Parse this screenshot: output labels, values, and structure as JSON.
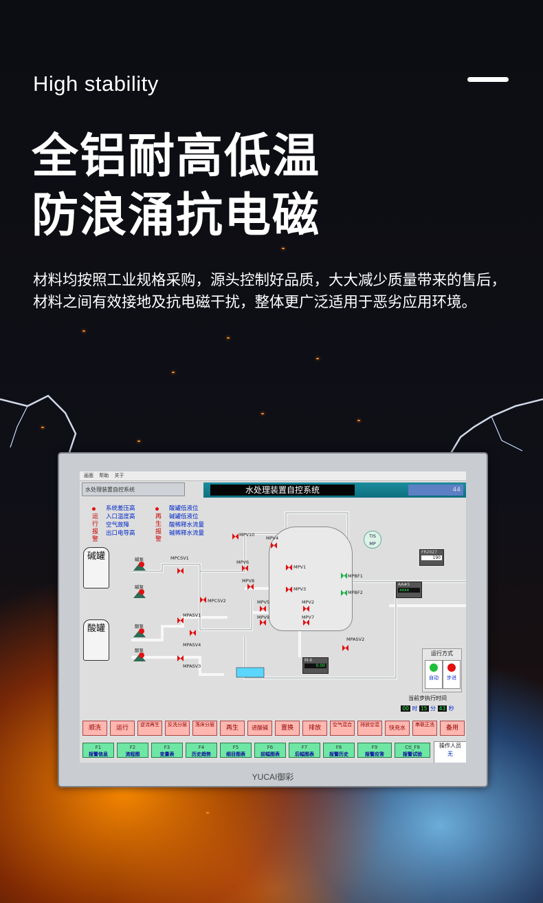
{
  "eyebrow": "High stability",
  "headline_line1": "全铝耐高低温",
  "headline_line2": "防浪涌抗电磁",
  "description": "材料均按照工业规格采购，源头控制好品质，大大减少质量带来的售后，材料之间有效接地及抗电磁干扰，整体更广泛适用于恶劣应用环境。",
  "monitor": {
    "brand": "YUCAI御彩",
    "screen": {
      "menu": [
        "画面",
        "帮助",
        "关于"
      ],
      "tab_label": "水处理装置自控系统",
      "system_name": "水处理装置自控系统",
      "clock": "44",
      "alarm_left_title": "运行报警",
      "alarm_left": [
        "系统差压高",
        "入口温度高",
        "空气故障",
        "出口电导高"
      ],
      "alarm_right_title": "再生报警",
      "alarm_right": [
        "酸罐低液位",
        "碱罐低液位",
        "酸稀释水流量",
        "碱稀释水流量"
      ],
      "tanks": [
        {
          "name": "碱罐"
        },
        {
          "name": "酸罐"
        }
      ],
      "pump_labels": [
        "碱泵",
        "碱泵",
        "酸泵",
        "酸泵"
      ],
      "valve_labels": [
        "MPCSV1",
        "MPV10",
        "MPV4",
        "MPV6",
        "MPV1",
        "MPV8",
        "MPV3",
        "MPCSV2",
        "MPV5",
        "MPV2",
        "MPV9",
        "MPV7",
        "MPASV1",
        "MPASV4",
        "MPASV3",
        "MPASV2",
        "MPBF1",
        "MPBF2"
      ],
      "instruments": {
        "tis": "TIS",
        "tis_sub": "MP",
        "fr": "FR2027",
        "fr_value": "190",
        "aa": "AA#5",
        "aa_value": "xxxx",
        "m6": "M-6",
        "m6_value": "0.00"
      },
      "run_mode_title": "运行方式",
      "run_mode_buttons": [
        "自动",
        "步进"
      ],
      "step_time_title": "当前步执行时间",
      "step_time": {
        "h": "00",
        "h_unit": "时",
        "m": "15",
        "m_unit": "分",
        "s": "43",
        "s_unit": "秒"
      },
      "step_buttons": [
        "顺洗",
        "运行",
        "逆流再生",
        "反洗分层",
        "落床分层",
        "再生",
        "进酸碱",
        "置换",
        "排放",
        "空气混合",
        "排放空混",
        "快充水",
        "串联正洗",
        "备用"
      ],
      "function_keys": [
        {
          "key": "F1",
          "label": "报警信息"
        },
        {
          "key": "F2",
          "label": "流程图"
        },
        {
          "key": "F3",
          "label": "变量表"
        },
        {
          "key": "F4",
          "label": "历史趋势"
        },
        {
          "key": "F5",
          "label": "细目图表"
        },
        {
          "key": "F6",
          "label": "前幅图表"
        },
        {
          "key": "F7",
          "label": "后幅图表"
        },
        {
          "key": "F8",
          "label": "报警历史"
        },
        {
          "key": "F9",
          "label": "报警应答"
        },
        {
          "key": "Ctl_F9",
          "label": "报警试验"
        }
      ],
      "operator_title": "操作人员",
      "operator_value": "无"
    }
  },
  "colors": {
    "background": "#0c0d12",
    "fire": "#ff8a1a",
    "ice": "#7cc4ff",
    "screen_title": "#0e6f80",
    "step_button": "#ffb7b0",
    "function_button": "#6ee6a4"
  }
}
